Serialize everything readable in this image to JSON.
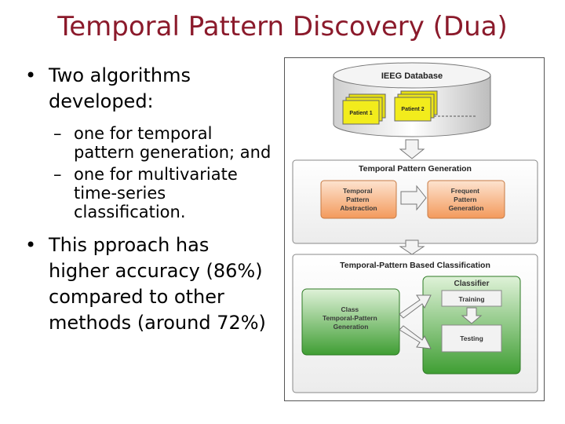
{
  "slide": {
    "title": "Temporal Pattern Discovery (Dua)",
    "bullet1": "Two algorithms developed:",
    "sub1": "one for temporal pattern generation; and",
    "sub2": "one for multivariate time-series classification.",
    "bullet2": "This pproach has higher accuracy (86%) compared to other methods (around 72%)"
  },
  "diagram": {
    "database_title": "IEEG Database",
    "patient1": "Patient 1",
    "patient2": "Patient 2",
    "stage1_title": "Temporal Pattern Generation",
    "abstraction_lines": [
      "Temporal",
      "Pattern",
      "Abstraction"
    ],
    "frequent_lines": [
      "Frequent",
      "Pattern",
      "Generation"
    ],
    "stage2_title": "Temporal-Pattern Based Classification",
    "class_gen_lines": [
      "Class",
      "Temporal-Pattern",
      "Generation"
    ],
    "classifier_title": "Classifier",
    "training": "Training",
    "testing": "Testing"
  },
  "colors": {
    "title": "#8b1a2b",
    "patient_fill": "#f2ec1c",
    "orange_box": "#f7b07f",
    "green_box": "#4caf3f"
  }
}
